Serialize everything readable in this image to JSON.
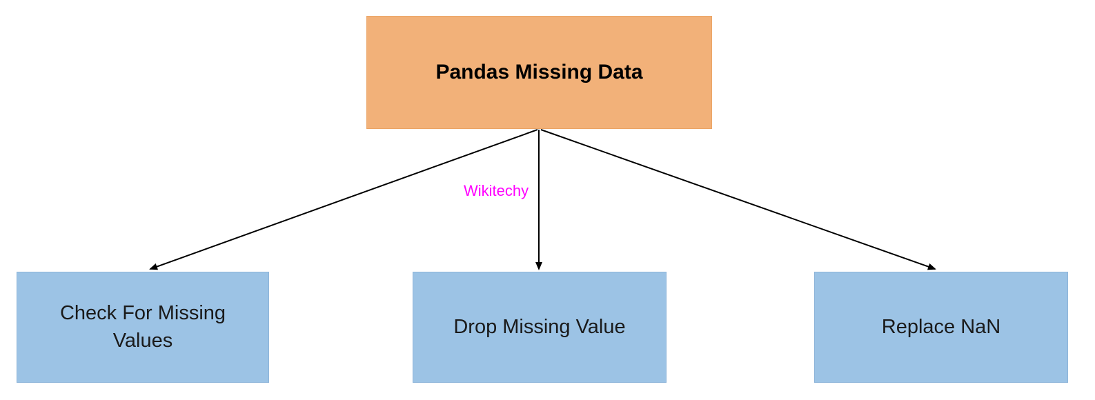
{
  "diagram": {
    "root": {
      "label": "Pandas Missing Data"
    },
    "children": [
      {
        "label": "Check For Missing Values"
      },
      {
        "label": "Drop Missing Value"
      },
      {
        "label": "Replace NaN"
      }
    ],
    "watermark": "Wikitechy"
  },
  "colors": {
    "root_box_bg": "#f2b179",
    "root_box_border": "#eba465",
    "child_box_bg": "#9cc3e5",
    "child_box_border": "#8db4d9",
    "arrow_color": "#000000",
    "watermark_color": "#ff00ff"
  }
}
